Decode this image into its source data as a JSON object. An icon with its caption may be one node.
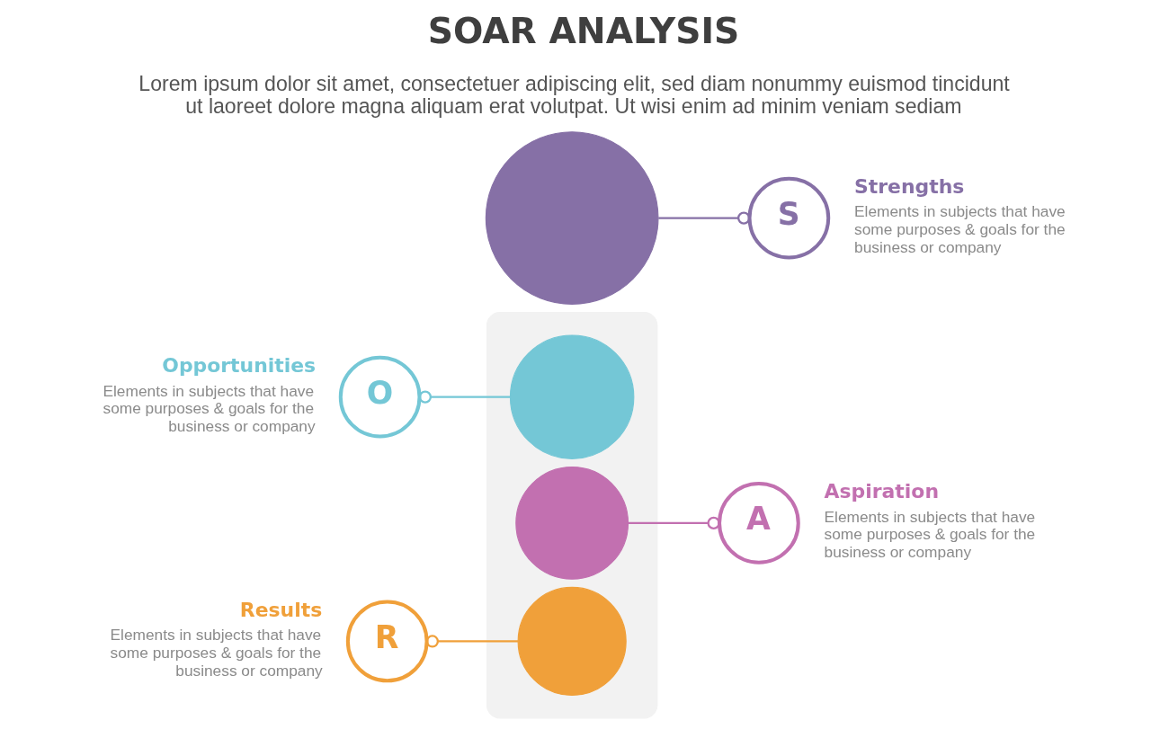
{
  "diagram": {
    "title": "SOAR ANALYSIS",
    "nodes": [
      {
        "text": [],
        "shape": "circle"
      },
      {
        "text": [],
        "shape": "box"
      },
      {
        "text": [
          "S"
        ],
        "beside": [
          "Strengths",
          "Elements in subjects that have some purposes & goals for the business or company"
        ]
      },
      {
        "text": [
          "O"
        ],
        "beside": [
          "Opportunities",
          "Elements in subjects that have some purposes & goals for the business or company"
        ]
      },
      {
        "text": [],
        "shape": "circle",
        "in": 1
      },
      {
        "text": [],
        "shape": "circle",
        "in": 1
      },
      {
        "text": [
          "A"
        ],
        "beside": [
          "Aspiration",
          "Elements in subjects that have some purposes & goals for the business or company"
        ]
      },
      {
        "text": [
          "R"
        ],
        "beside": [
          "Results",
          "Elements in subjects that have some purposes & goals for the business or company"
        ]
      },
      {
        "text": [],
        "shape": "circle",
        "in": 1
      }
    ],
    "edges": [
      {
        "from": 0,
        "to": 2,
        "arrow": "other",
        "color": "#8670a6"
      },
      {
        "from": 4,
        "to": 3,
        "arrow": "other",
        "color": "#74c7d6"
      },
      {
        "from": 5,
        "to": 6,
        "arrow": "other",
        "color": "#c270b0"
      },
      {
        "from": 8,
        "to": 7,
        "arrow": "other",
        "color": "#f0a03a"
      }
    ],
    "labels": [
      "Lorem ipsum dolor sit amet, consectetuer adipiscing elit, sed diam nonummy euismod tincidunt ut laoreet dolore magna aliquam erat volutpat. Ut wisi enim ad minim veniam sediam"
    ]
  }
}
